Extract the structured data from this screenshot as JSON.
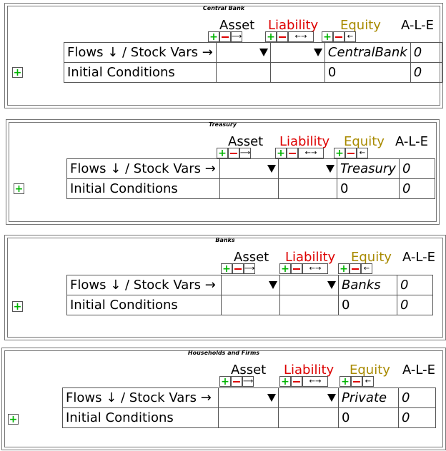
{
  "common": {
    "asset_label": "Asset",
    "liability_label": "Liability",
    "equity_label": "Equity",
    "ale_label": "A-L-E",
    "flows_label": "Flows ↓ / Stock Vars →",
    "initial_label": "Initial Conditions",
    "plus_glyph": "+",
    "arrow_glyph": "←→",
    "left_arrow_glyph": "←",
    "zero": "0"
  },
  "godleys": [
    {
      "title": "Central Bank",
      "equity_var": "CentralBank",
      "ale_flow": "0",
      "ale_init": "0",
      "equity_init": "0"
    },
    {
      "title": "Treasury",
      "equity_var": "Treasury",
      "ale_flow": "0",
      "ale_init": "0",
      "equity_init": "0"
    },
    {
      "title": "Banks",
      "equity_var": "Banks",
      "ale_flow": "0",
      "ale_init": "0",
      "equity_init": "0"
    },
    {
      "title": "Households and Firms",
      "equity_var": "Private",
      "ale_flow": "0",
      "ale_init": "0",
      "equity_init": "0"
    }
  ]
}
